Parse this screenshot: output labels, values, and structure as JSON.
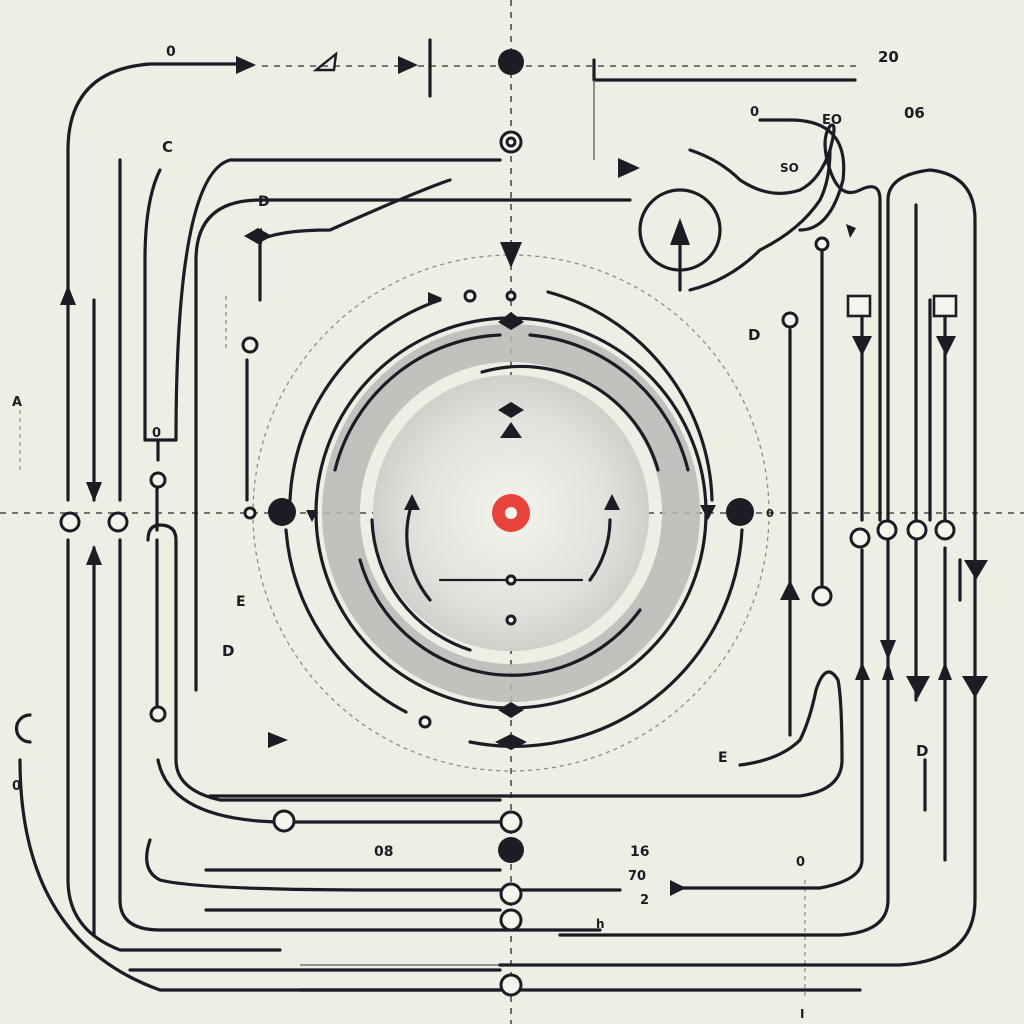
{
  "colors": {
    "ink": "#1c1c24",
    "paper": "#eeeee4",
    "accent": "#e8423c",
    "shade": "#b9b9b6"
  },
  "labels": {
    "top_left_zero": "0",
    "top_right_num": "20",
    "top_right_code": "06",
    "upper_left_c": "C",
    "left_d": "D",
    "left_a": "A",
    "left_zero_box": "0",
    "mid_left_e": "E",
    "lower_left_d": "D",
    "lower_left_zero": "0",
    "right_zero": "0",
    "loop_zero": "0",
    "loop_eo": "EO",
    "loop_so": "SO",
    "right_d": "D",
    "lower_right_e": "E",
    "lower_right_d": "D",
    "bottom_08": "08",
    "bottom_16": "16",
    "bottom_70": "70",
    "bottom_2": "2",
    "bottom_h": "h",
    "bottom_mid_zero": "0",
    "bottom_mark": "I"
  }
}
